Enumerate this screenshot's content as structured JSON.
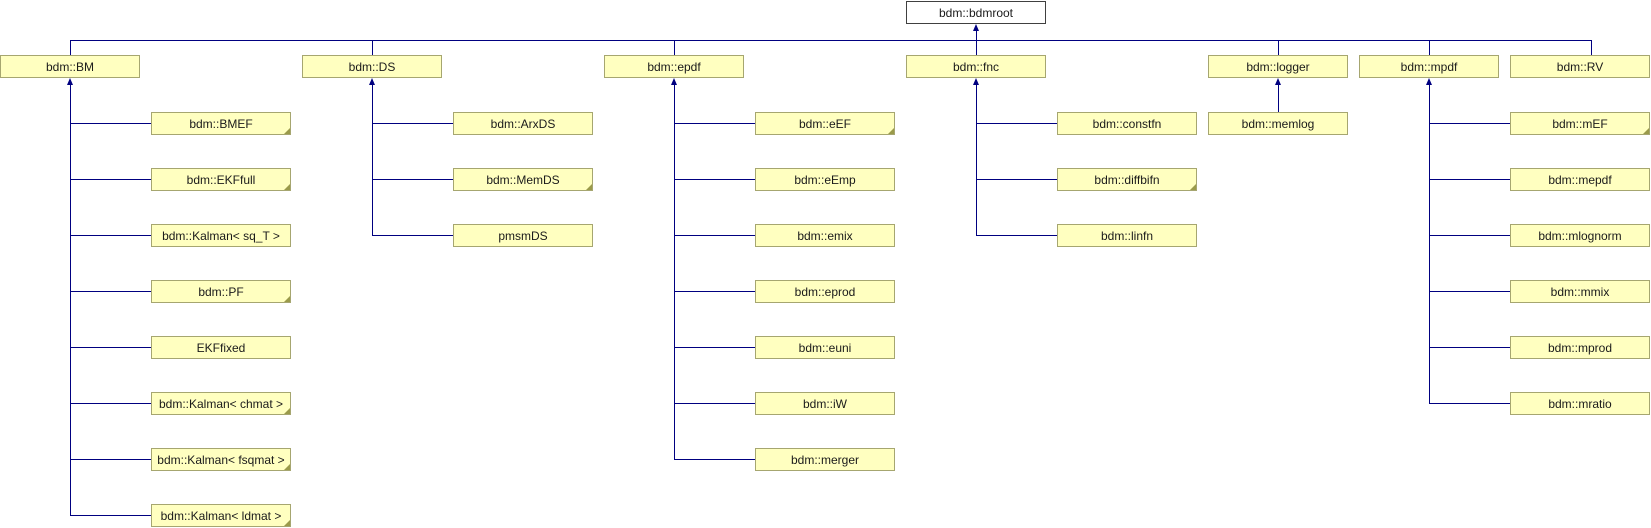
{
  "diagram": {
    "root": "bdm::bdmroot",
    "groups": [
      {
        "label": "bdm::BM",
        "children": [
          {
            "label": "bdm::BMEF",
            "doc": true
          },
          {
            "label": "bdm::EKFfull",
            "doc": true
          },
          {
            "label": "bdm::Kalman< sq_T >",
            "doc": false
          },
          {
            "label": "bdm::PF",
            "doc": true
          },
          {
            "label": "EKFfixed",
            "doc": false
          },
          {
            "label": "bdm::Kalman< chmat >",
            "doc": true
          },
          {
            "label": "bdm::Kalman< fsqmat >",
            "doc": true
          },
          {
            "label": "bdm::Kalman< ldmat >",
            "doc": true
          }
        ]
      },
      {
        "label": "bdm::DS",
        "children": [
          {
            "label": "bdm::ArxDS",
            "doc": false
          },
          {
            "label": "bdm::MemDS",
            "doc": true
          },
          {
            "label": "pmsmDS",
            "doc": false
          }
        ]
      },
      {
        "label": "bdm::epdf",
        "children": [
          {
            "label": "bdm::eEF",
            "doc": true
          },
          {
            "label": "bdm::eEmp",
            "doc": false
          },
          {
            "label": "bdm::emix",
            "doc": false
          },
          {
            "label": "bdm::eprod",
            "doc": false
          },
          {
            "label": "bdm::euni",
            "doc": false
          },
          {
            "label": "bdm::iW",
            "doc": false
          },
          {
            "label": "bdm::merger",
            "doc": false
          }
        ]
      },
      {
        "label": "bdm::fnc",
        "children": [
          {
            "label": "bdm::constfn",
            "doc": false
          },
          {
            "label": "bdm::diffbifn",
            "doc": true
          },
          {
            "label": "bdm::linfn",
            "doc": false
          }
        ]
      },
      {
        "label": "bdm::logger",
        "children": [
          {
            "label": "bdm::memlog",
            "doc": false
          }
        ]
      },
      {
        "label": "bdm::mpdf",
        "children": [
          {
            "label": "bdm::mEF",
            "doc": true
          },
          {
            "label": "bdm::mepdf",
            "doc": false
          },
          {
            "label": "bdm::mlognorm",
            "doc": false
          },
          {
            "label": "bdm::mmix",
            "doc": false
          },
          {
            "label": "bdm::mprod",
            "doc": false
          },
          {
            "label": "bdm::mratio",
            "doc": false
          }
        ]
      },
      {
        "label": "bdm::RV",
        "children": []
      }
    ]
  },
  "colors": {
    "node_fill": "#ffffc0",
    "node_border": "#a6a670",
    "edge": "#000080",
    "root_fill": "#ffffff"
  }
}
